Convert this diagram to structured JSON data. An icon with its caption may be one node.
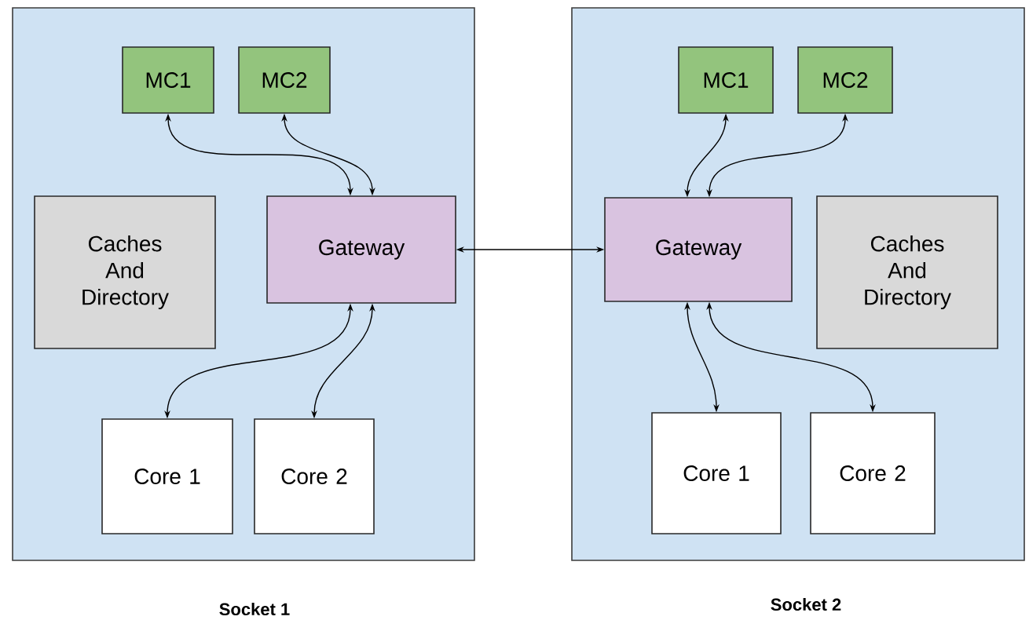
{
  "diagram": {
    "nodes": [
      {
        "text": [
          "Socket 1"
        ]
      },
      {
        "text": [
          "MC1"
        ],
        "in": 0
      },
      {
        "text": [
          "MC2"
        ],
        "in": 0
      },
      {
        "text": [
          "Caches And Directory"
        ],
        "in": 0
      },
      {
        "text": [
          "Gateway"
        ],
        "in": 0
      },
      {
        "text": [
          "Core 1"
        ],
        "in": 0
      },
      {
        "text": [
          "Core 2"
        ],
        "in": 0
      },
      {
        "text": [
          "Socket 2"
        ]
      },
      {
        "text": [
          "MC1"
        ],
        "in": 7
      },
      {
        "text": [
          "MC2"
        ],
        "in": 7
      },
      {
        "text": [
          "Gateway"
        ],
        "in": 7
      },
      {
        "text": [
          "Caches And Directory"
        ],
        "in": 7
      },
      {
        "text": [
          "Core 1"
        ],
        "in": 7
      },
      {
        "text": [
          "Core 2"
        ],
        "in": 7
      }
    ],
    "edges": [
      {
        "from": 1,
        "to": 4,
        "arrow": "both"
      },
      {
        "from": 2,
        "to": 4,
        "arrow": "both"
      },
      {
        "from": 4,
        "to": 5,
        "arrow": "both"
      },
      {
        "from": 4,
        "to": 6,
        "arrow": "both"
      },
      {
        "from": 4,
        "to": 10,
        "arrow": "both"
      },
      {
        "from": 8,
        "to": 10,
        "arrow": "both"
      },
      {
        "from": 9,
        "to": 10,
        "arrow": "both"
      },
      {
        "from": 10,
        "to": 12,
        "arrow": "both"
      },
      {
        "from": 10,
        "to": 13,
        "arrow": "both"
      }
    ]
  }
}
